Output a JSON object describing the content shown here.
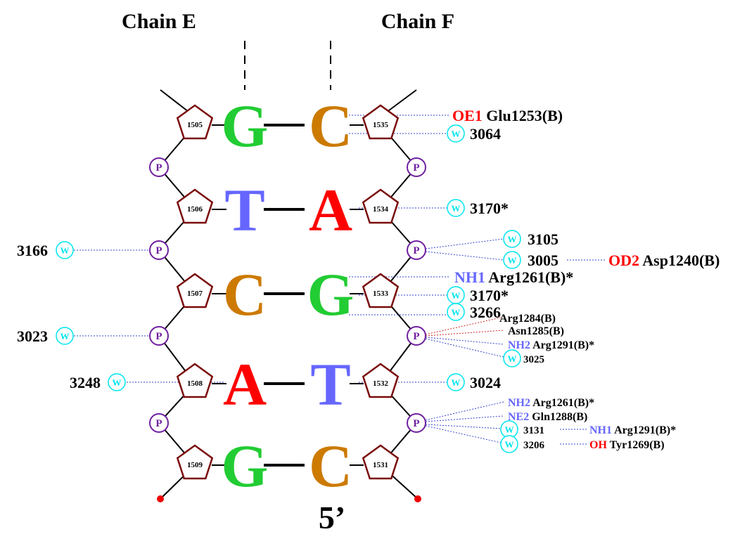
{
  "chains": {
    "left": "Chain E",
    "right": "Chain F"
  },
  "end_label": "5’",
  "symbols": {
    "phosphate": "P",
    "water": "W"
  },
  "colors": {
    "G": "#22cc33",
    "C": "#cc7a00",
    "T": "#6666ff",
    "A": "#ff0000",
    "sugar": "#7a0a0a",
    "phosphate": "#7020a0",
    "water": "#00e5ee",
    "atom_red": "#ff0000",
    "atom_blue": "#6666ff",
    "hbond_blue": "#3344cc",
    "hbond_red": "#cc2222"
  },
  "base_pairs": [
    {
      "left": "G",
      "right": "C",
      "left_sugar": "1505",
      "right_sugar": "1535"
    },
    {
      "left": "T",
      "right": "A",
      "left_sugar": "1506",
      "right_sugar": "1534"
    },
    {
      "left": "C",
      "right": "G",
      "left_sugar": "1507",
      "right_sugar": "1533"
    },
    {
      "left": "A",
      "right": "T",
      "left_sugar": "1508",
      "right_sugar": "1532"
    },
    {
      "left": "G",
      "right": "C",
      "left_sugar": "1509",
      "right_sugar": "1531"
    }
  ],
  "left_waters": [
    {
      "number": "3166"
    },
    {
      "number": "3023"
    },
    {
      "number": "3248"
    }
  ],
  "right_interactions": {
    "glu1253": {
      "atom": "OE1",
      "residue": "Glu1253(B)"
    },
    "w3064": {
      "number": "3064"
    },
    "w3170a": {
      "number": "3170*"
    },
    "w3105": {
      "number": "3105"
    },
    "w3005": {
      "number": "3005"
    },
    "asp1240": {
      "atom": "OD2",
      "residue": "Asp1240(B)"
    },
    "arg1261a": {
      "atom": "NH1",
      "residue": "Arg1261(B)*"
    },
    "w3170b": {
      "number": "3170*"
    },
    "w3266": {
      "number": "3266"
    },
    "arg1284": {
      "residue": "Arg1284(B)"
    },
    "asn1285": {
      "residue": "Asn1285(B)"
    },
    "arg1291a": {
      "atom": "NH2",
      "residue": "Arg1291(B)*"
    },
    "w3025": {
      "number": "3025"
    },
    "w3024": {
      "number": "3024"
    },
    "arg1261b": {
      "atom": "NH2",
      "residue": "Arg1261(B)*"
    },
    "gln1288": {
      "atom": "NE2",
      "residue": "Gln1288(B)"
    },
    "w3131": {
      "number": "3131"
    },
    "arg1291b": {
      "atom": "NH1",
      "residue": "Arg1291(B)*"
    },
    "w3206": {
      "number": "3206"
    },
    "tyr1269": {
      "atom": "OH",
      "residue": "Tyr1269(B)"
    }
  }
}
